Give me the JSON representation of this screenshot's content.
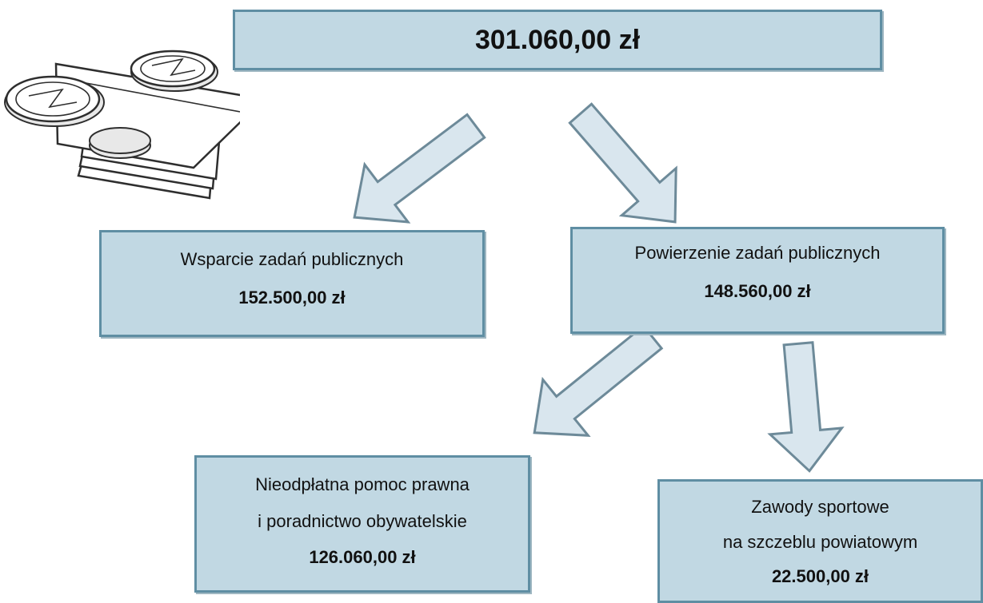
{
  "total": {
    "amount": "301.060,00 zł"
  },
  "wsparcie": {
    "title": "Wsparcie zadań publicznych",
    "amount": "152.500,00 zł"
  },
  "powierzenie": {
    "title": "Powierzenie zadań publicznych",
    "amount": "148.560,00 zł"
  },
  "pomoc": {
    "line1": "Nieodpłatna pomoc prawna",
    "line2": "i poradnictwo obywatelskie",
    "amount": "126.060,00 zł"
  },
  "zawody": {
    "line1": "Zawody sportowe",
    "line2": "na szczeblu powiatowym",
    "amount": "22.500,00 zł"
  },
  "icons": {
    "clipart": "money-coins-banknotes-icon"
  },
  "colors": {
    "box_fill": "#c1d8e3",
    "box_border": "#5f8ea3",
    "arrow_fill": "#d9e6ee"
  }
}
